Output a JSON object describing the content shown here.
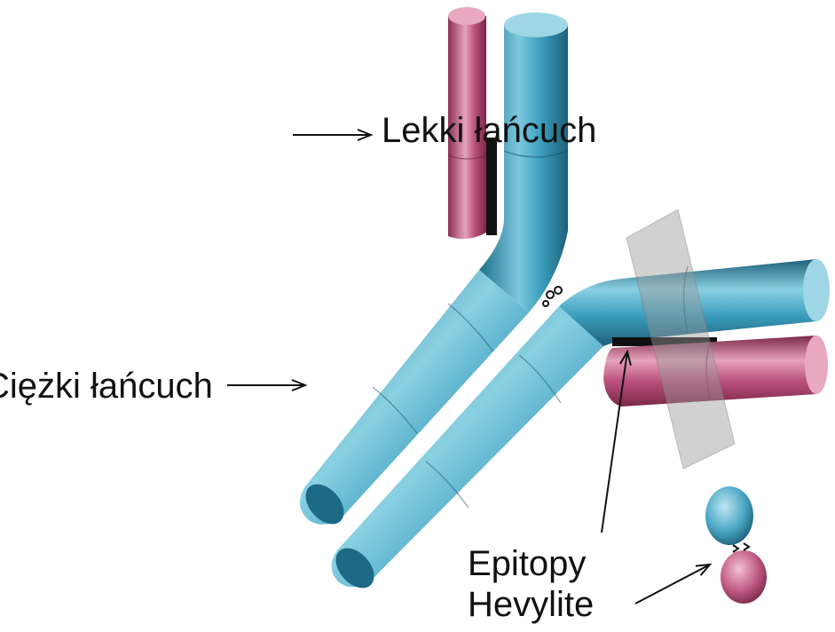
{
  "labels": {
    "light_chain": "Lekki łańcuch",
    "heavy_chain": "Ciężki łańcuch",
    "epitope_line1": "Epitopy",
    "epitope_line2": "Hevylite"
  },
  "colors": {
    "heavy_chain": "#2f8fae",
    "heavy_chain_highlight": "#a7dbe9",
    "light_chain": "#b4476e",
    "light_chain_highlight": "#f0b6ca",
    "disulfide": "#111111",
    "cleavage_plane": "#8a8a8a",
    "text": "#111111"
  }
}
